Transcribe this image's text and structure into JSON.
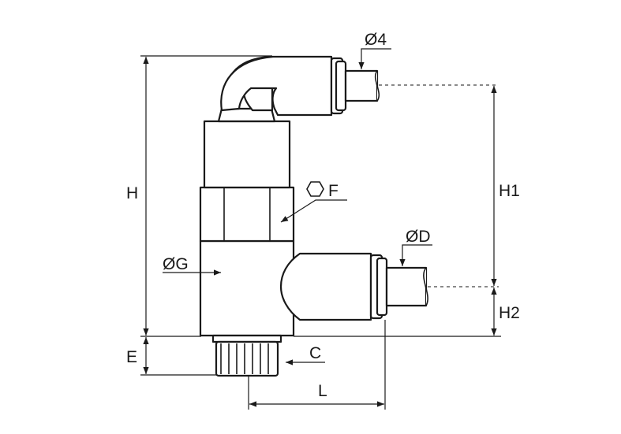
{
  "labels": {
    "dim_h": "H",
    "dim_h1": "H1",
    "dim_h2": "H2",
    "dim_e": "E",
    "dim_l": "L",
    "dim_c": "C",
    "dim_g": "ØG",
    "dim_d": "ØD",
    "dim_4": "Ø4",
    "dim_f": "F"
  },
  "icons": {
    "hex": "hexagon-icon"
  }
}
